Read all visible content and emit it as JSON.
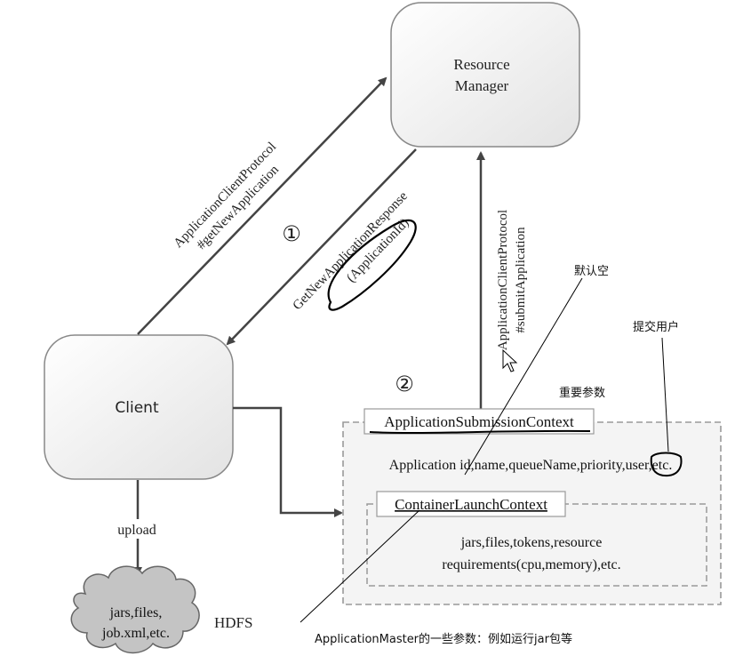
{
  "nodes": {
    "resource_manager": {
      "line1": "Resource",
      "line2": "Manager"
    },
    "client": {
      "label": "Client"
    },
    "hdfs": {
      "line1": "jars,files,",
      "line2": "job.xml,etc.",
      "label": "HDFS"
    }
  },
  "steps": {
    "step1": "①",
    "step2": "②"
  },
  "edges": {
    "client_to_rm": {
      "line1": "ApplicationClientProtocol",
      "line2": "#getNewApplication"
    },
    "rm_to_client": {
      "line1": "GetNewApplicationResponse",
      "line2": "(ApplicationId)"
    },
    "submit": {
      "line1": "ApplicationClientProtocol",
      "line2": "#submitApplication"
    },
    "upload": {
      "label": "upload"
    }
  },
  "submission_context": {
    "title": "ApplicationSubmissionContext",
    "params": "Application id,name,queueName,priority,user,etc.",
    "container": {
      "title": "ContainerLaunchContext",
      "line1": "jars,files,tokens,resource",
      "line2": "requirements(cpu,memory),etc."
    }
  },
  "annotations": {
    "default_empty": "默认空",
    "submit_user": "提交用户",
    "important_params": "重要参数",
    "am_params": "ApplicationMaster的一些参数：例如运行jar包等"
  },
  "colors": {
    "line": "#444444",
    "box_fill": "#f2f2f2",
    "dashed": "#9a9a9a",
    "ink": "#111111"
  }
}
